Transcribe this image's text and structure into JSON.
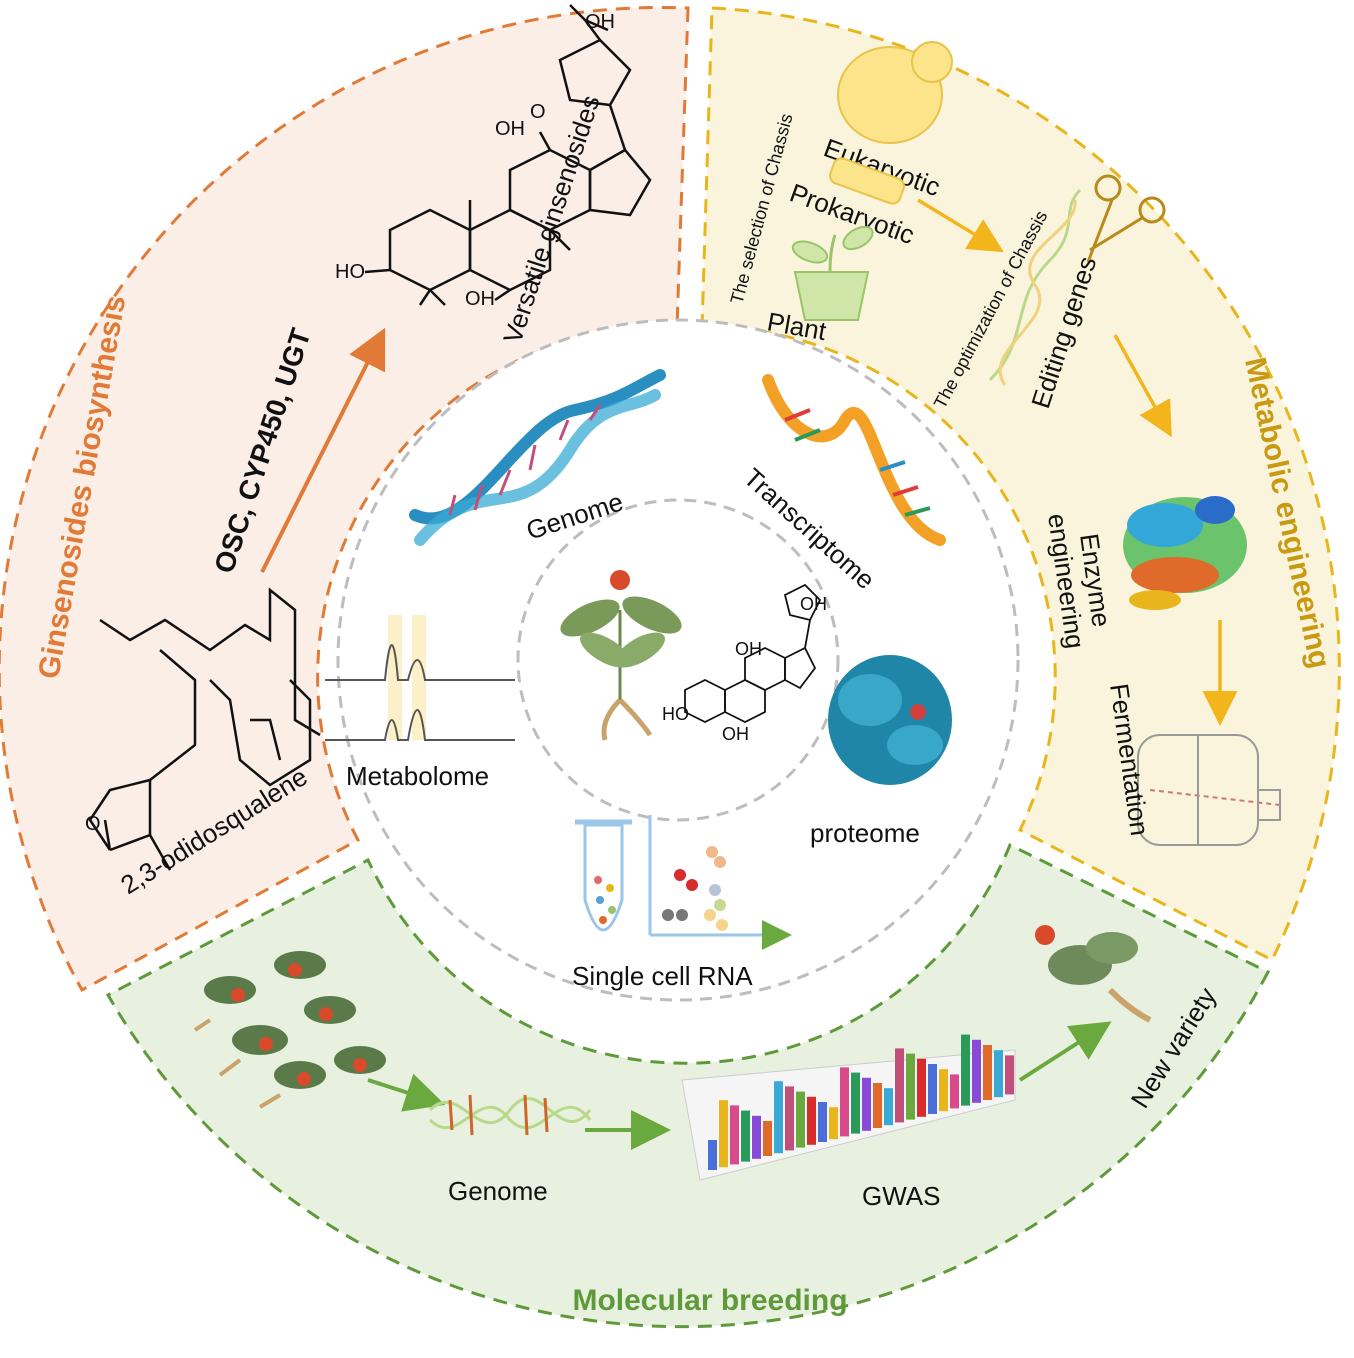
{
  "sections": {
    "biosynthesis": {
      "title": "Ginsenosides biosynthesis",
      "enzymes": "OSC, CYP450, UGT",
      "substrate": "2,3-odidosqualene",
      "product": "Versatile ginsenosides",
      "color": "#e07a36",
      "fill": "#fbeee6"
    },
    "metabolic": {
      "title": "Metabolic engineering",
      "chassis_selection": "The selection of Chassis",
      "chassis_optimization": "The optimization of Chassis",
      "eukaryotic": "Eukaryotic",
      "prokaryotic": "Prokaryotic",
      "plant": "Plant",
      "editing": "Editing genes",
      "enzyme_line1": "Enzyme",
      "enzyme_line2": "engineering",
      "fermentation": "Fermentation",
      "color": "#e8b61c",
      "fill": "#fbf4dc"
    },
    "breeding": {
      "title": "Molecular breeding",
      "genome": "Genome",
      "gwas": "GWAS",
      "new_variety": "New variety",
      "color": "#5f9a3a",
      "fill": "#e8f0e0"
    }
  },
  "omics": {
    "genome": "Genome",
    "transcriptome": "Transcriptome",
    "metabolome": "Metabolome",
    "proteome": "proteome",
    "single_cell": "Single cell RNA"
  },
  "chem_labels": {
    "oh": "OH",
    "ho": "HO",
    "o": "O"
  }
}
